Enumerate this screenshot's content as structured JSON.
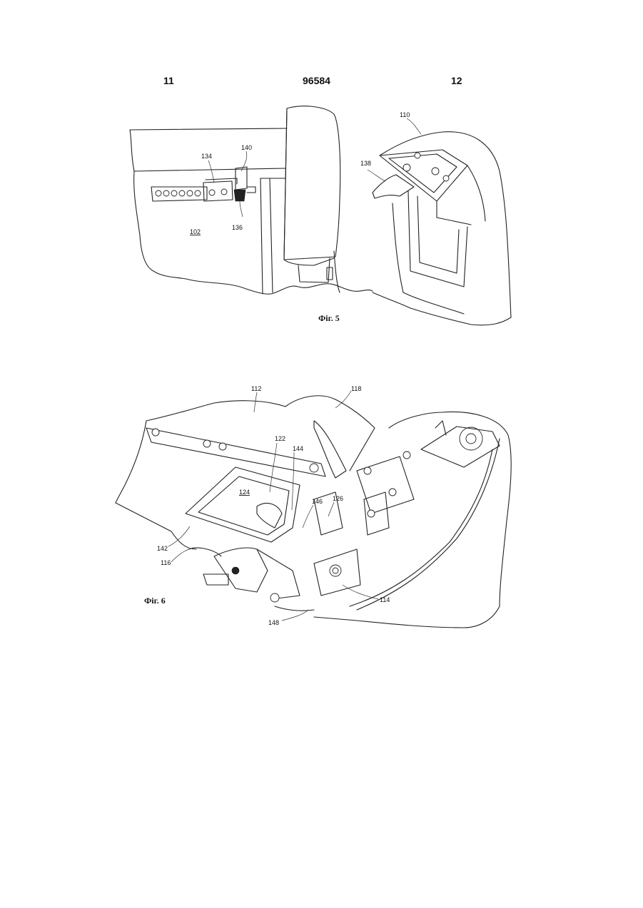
{
  "header": {
    "left_page": "11",
    "patent_number": "96584",
    "right_page": "12"
  },
  "figure5": {
    "caption": "Фіг. 5",
    "labels": {
      "l110": "110",
      "l134": "134",
      "l140": "140",
      "l138": "138",
      "l136": "136",
      "l102": "102"
    }
  },
  "figure6": {
    "caption": "Фіг. 6",
    "labels": {
      "l112": "112",
      "l118": "118",
      "l122": "122",
      "l144": "144",
      "l124": "124",
      "l146": "146",
      "l126": "126",
      "l142": "142",
      "l116": "116",
      "l114": "114",
      "l148": "148"
    }
  }
}
